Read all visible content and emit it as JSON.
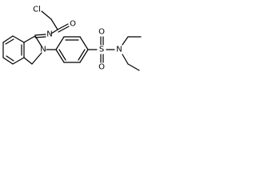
{
  "structure": {
    "atoms": {
      "chlorine": "Cl",
      "imine_nitrogen": "N",
      "carbonyl_oxygen": "O",
      "ring_nitrogen": "N",
      "sulfur": "S",
      "sulfonyl_oxygen_top": "O",
      "sulfonyl_oxygen_bottom": "O",
      "amide_nitrogen": "N"
    }
  },
  "colors": {
    "bond": "#000000",
    "label": "#000000",
    "background": "#ffffff"
  }
}
